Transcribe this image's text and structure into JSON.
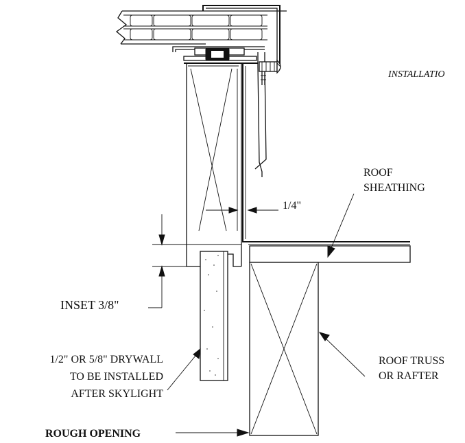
{
  "labels": {
    "installation": "INSTALLATIO",
    "roof_sheathing_line1": "ROOF",
    "roof_sheathing_line2": "SHEATHING",
    "dim_quarter": "1/4\"",
    "inset": "INSET 3/8\"",
    "drywall_line1": "1/2\" OR 5/8\" DRYWALL",
    "drywall_line2": "TO BE INSTALLED",
    "drywall_line3": "AFTER SKYLIGHT",
    "truss_line1": "ROOF TRUSS",
    "truss_line2": "OR RAFTER",
    "rough_opening": "ROUGH OPENING"
  },
  "colors": {
    "line": "#111111",
    "background": "#ffffff"
  }
}
